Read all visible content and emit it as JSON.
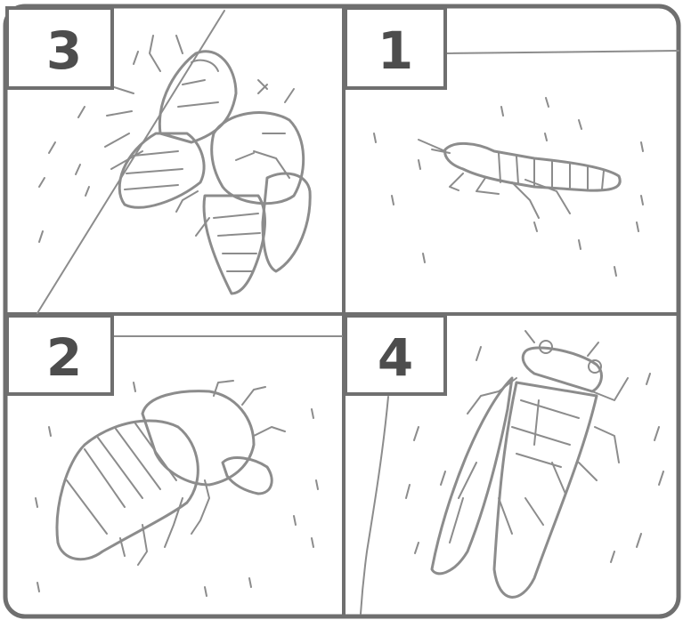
{
  "panels": [
    {
      "number": "3",
      "stage": "two-cicadas-molting"
    },
    {
      "number": "1",
      "stage": "nymph"
    },
    {
      "number": "2",
      "stage": "nymph-shell"
    },
    {
      "number": "4",
      "stage": "adult-cicada"
    }
  ],
  "colors": {
    "line": "#8c8c8c",
    "frame": "#6f6f6f",
    "number": "#4d4d4d",
    "background": "#ffffff"
  }
}
